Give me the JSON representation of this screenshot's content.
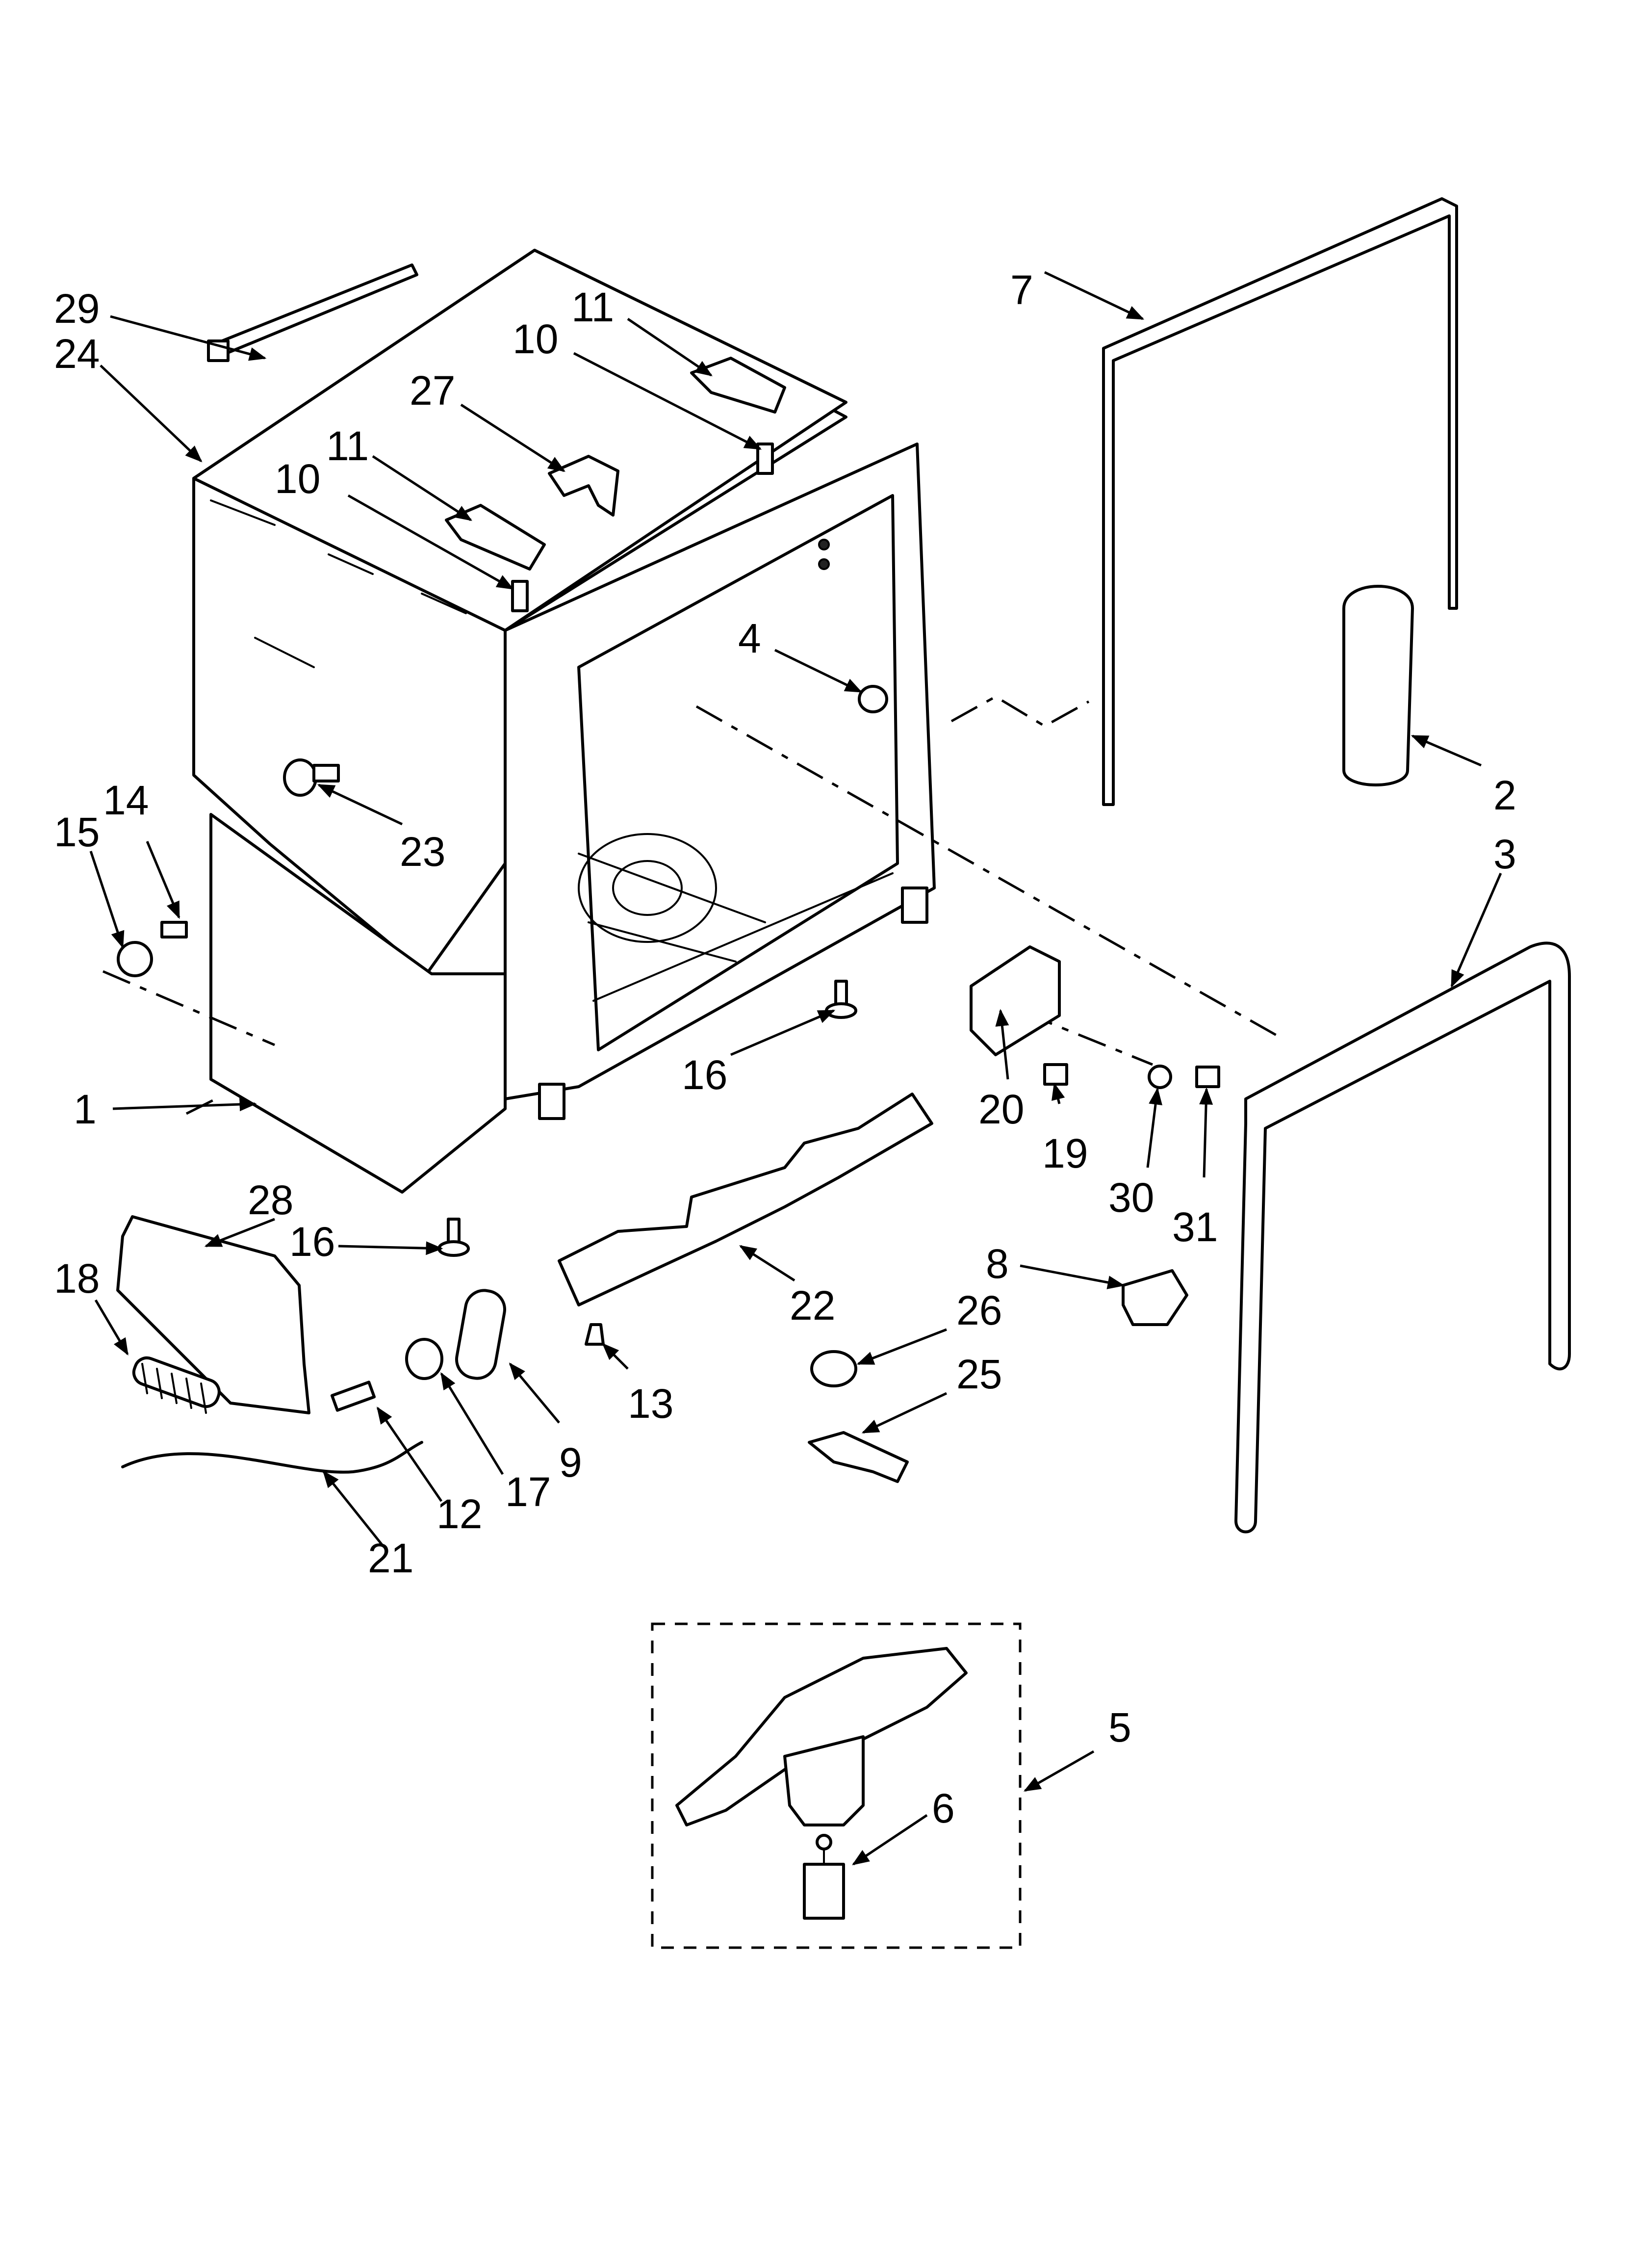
{
  "diagram": {
    "callouts": [
      "1",
      "2",
      "3",
      "4",
      "5",
      "6",
      "7",
      "8",
      "9",
      "10",
      "10",
      "11",
      "11",
      "12",
      "13",
      "14",
      "15",
      "16",
      "16",
      "17",
      "18",
      "19",
      "20",
      "21",
      "22",
      "23",
      "24",
      "25",
      "26",
      "27",
      "28",
      "29",
      "30",
      "31"
    ],
    "colors": {
      "line": "#000000",
      "background": "#ffffff"
    }
  }
}
